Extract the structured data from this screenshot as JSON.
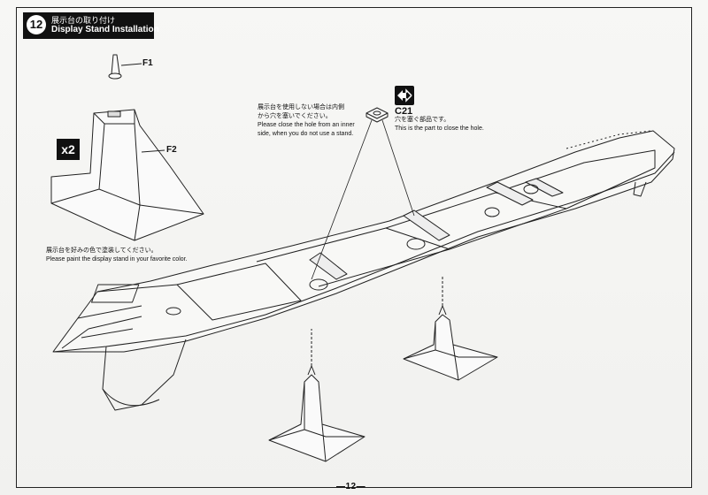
{
  "step": {
    "number": "12",
    "title_jp": "展示台の取り付け",
    "title_en": "Display Stand Installation"
  },
  "parts": {
    "f1": "F1",
    "f2": "F2",
    "c21": "C21"
  },
  "quantity": "x2",
  "notes": {
    "paint_jp": "展示台を好みの色で塗装してください。",
    "paint_en": "Please paint the display stand in your favorite color.",
    "close_hole_jp_1": "展示台を使用しない場合は内側",
    "close_hole_jp_2": "から穴を塞いでください。",
    "close_hole_en_1": "Please close the hole from an inner",
    "close_hole_en_2": "side, when you do not use a stand.",
    "c21_jp": "穴を塞ぐ部品です。",
    "c21_en": "This is the part to close the hole."
  },
  "page_number": "—12—"
}
